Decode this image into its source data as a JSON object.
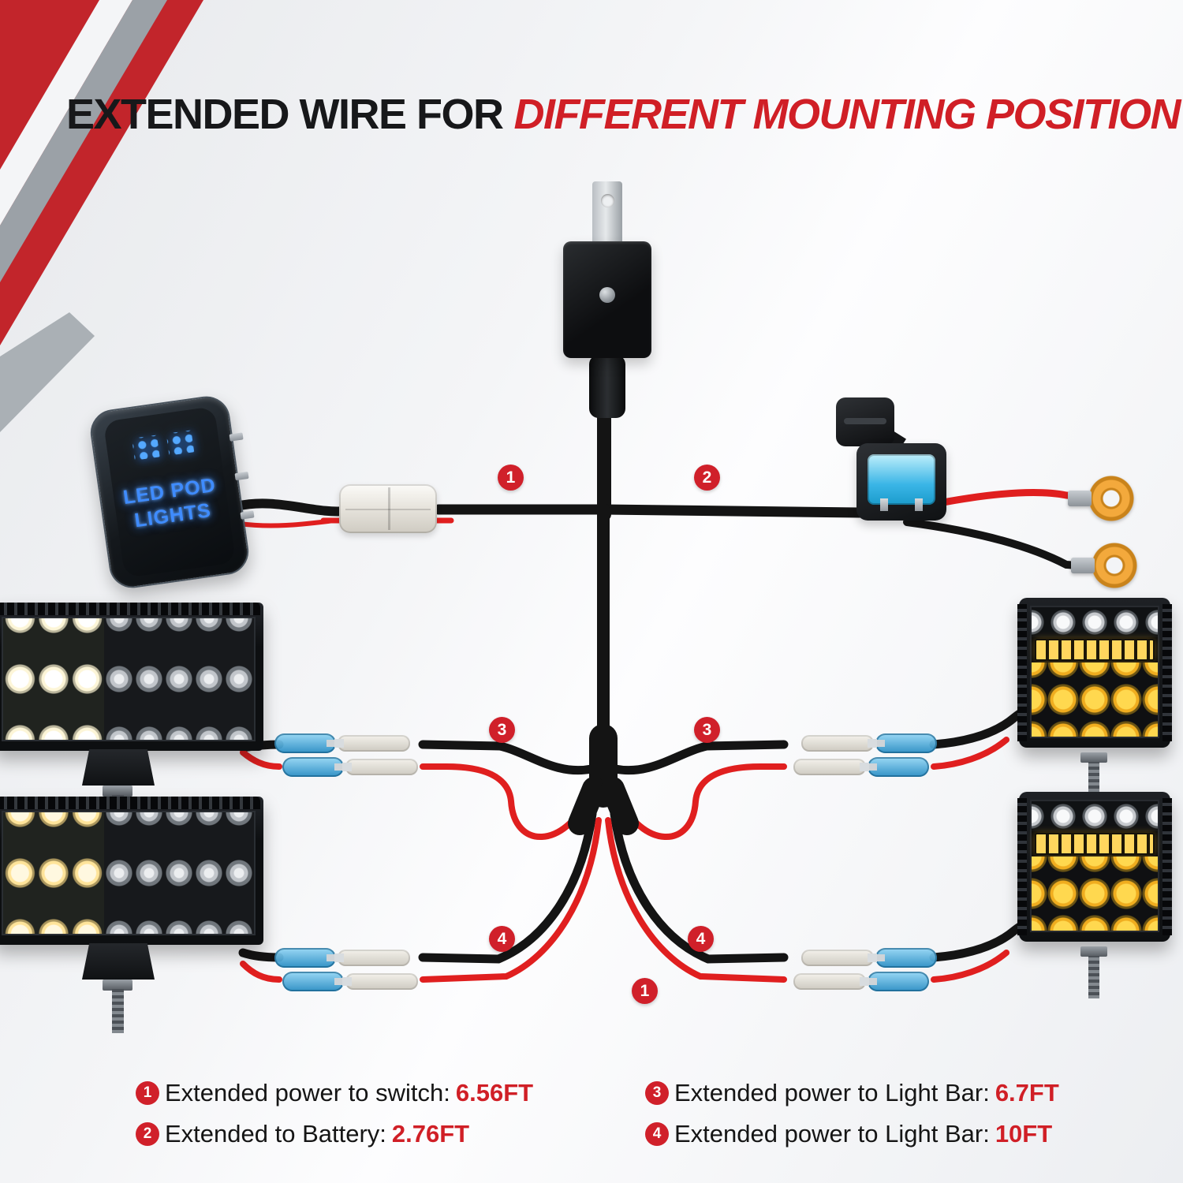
{
  "title": {
    "prefix": "EXTENDED WIRE FOR",
    "highlight": "DIFFERENT MOUNTING POSITION"
  },
  "rocker_switch": {
    "label_line1": "LED POD",
    "label_line2": "LIGHTS"
  },
  "markers": {
    "power_to_switch": "1",
    "to_battery": "2",
    "bar_left": "3",
    "bar_right": "3",
    "bar2_left": "4",
    "bar2_right": "4",
    "main_power": "1"
  },
  "legend": {
    "items": [
      {
        "num": "1",
        "label": "Extended power to switch:",
        "value": "6.56FT"
      },
      {
        "num": "2",
        "label": "Extended to Battery:",
        "value": "2.76FT"
      },
      {
        "num": "3",
        "label": "Extended power to Light Bar:",
        "value": "6.7FT"
      },
      {
        "num": "4",
        "label": "Extended power to Light Bar:",
        "value": "10FT"
      }
    ]
  },
  "colors": {
    "accent_red": "#d01f26",
    "wire_black": "#141414",
    "wire_red": "#e01f1f",
    "fuse_blue": "#39b7e8",
    "ring_orange": "#f2a73b",
    "led_blue": "#2f86ff"
  }
}
